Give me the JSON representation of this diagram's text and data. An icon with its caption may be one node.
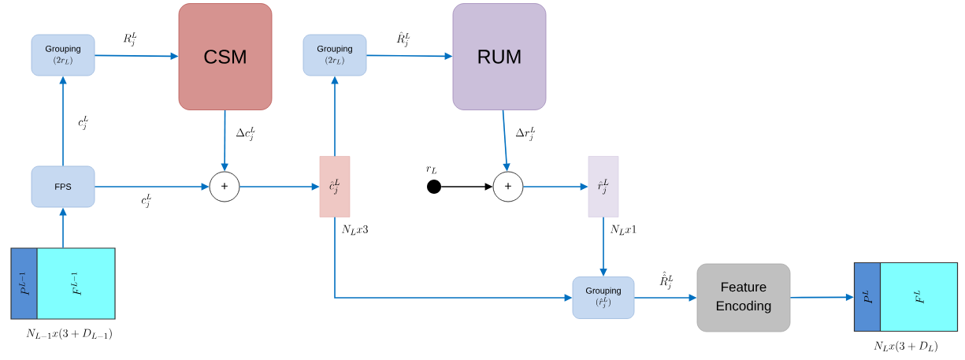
{
  "diagram": {
    "nodes": [
      {
        "text": [
          "Grouping",
          "(2r_L)"
        ]
      },
      {
        "text": [
          "CSM"
        ]
      },
      {
        "text": [
          "Grouping",
          "(2r_L)"
        ]
      },
      {
        "text": [
          "RUM"
        ]
      },
      {
        "text": [
          "FPS"
        ]
      },
      {
        "text": [
          "+"
        ]
      },
      {
        "text": [
          "\\hat{c}_j^L"
        ],
        "beside": [
          "N_L x3"
        ]
      },
      {
        "text": [],
        "shape": "circle",
        "beside": [
          "r_L"
        ]
      },
      {
        "text": [
          "+"
        ]
      },
      {
        "text": [
          "\\hat{r}_j^L"
        ],
        "beside": [
          "N_L x1"
        ]
      },
      {
        "text": [
          "P^{L-1}",
          "F^{L-1}"
        ],
        "beside": [
          "N_{L-1}x(3+D_{L-1})"
        ]
      },
      {
        "text": [
          "Grouping",
          "(\\hat{r}_j^L)"
        ]
      },
      {
        "text": [
          "Feature Encoding"
        ]
      },
      {
        "text": [
          "P^L",
          "F^L"
        ],
        "beside": [
          "N_L x(3+D_L)"
        ]
      }
    ],
    "edges": [
      {
        "from": 4,
        "to": 0,
        "arrow": "to",
        "label": "c_j^L"
      },
      {
        "from": 0,
        "to": 1,
        "arrow": "to",
        "label": "R_j^L"
      },
      {
        "from": 1,
        "to": 5,
        "arrow": "to",
        "label": "\\Delta c_j^L"
      },
      {
        "from": 4,
        "to": 5,
        "arrow": "to",
        "label": "c_j^L"
      },
      {
        "from": 5,
        "to": 6,
        "arrow": "to"
      },
      {
        "from": 6,
        "to": 2,
        "arrow": "to"
      },
      {
        "from": 2,
        "to": 3,
        "arrow": "to",
        "label": "\\hat{R}_j^L"
      },
      {
        "from": 3,
        "to": 8,
        "arrow": "to",
        "label": "\\Delta r_j^L"
      },
      {
        "from": 7,
        "to": 8,
        "arrow": "to",
        "color": "#000000"
      },
      {
        "from": 8,
        "to": 9,
        "arrow": "to"
      },
      {
        "from": 9,
        "to": 11,
        "arrow": "to"
      },
      {
        "from": 6,
        "to": 11,
        "arrow": "to"
      },
      {
        "from": 11,
        "to": 12,
        "arrow": "to",
        "label": "\\hat{\\hat{R}}_j^L"
      },
      {
        "from": 12,
        "to": 13,
        "arrow": "to"
      },
      {
        "from": 10,
        "to": 4,
        "arrow": "to"
      }
    ]
  }
}
